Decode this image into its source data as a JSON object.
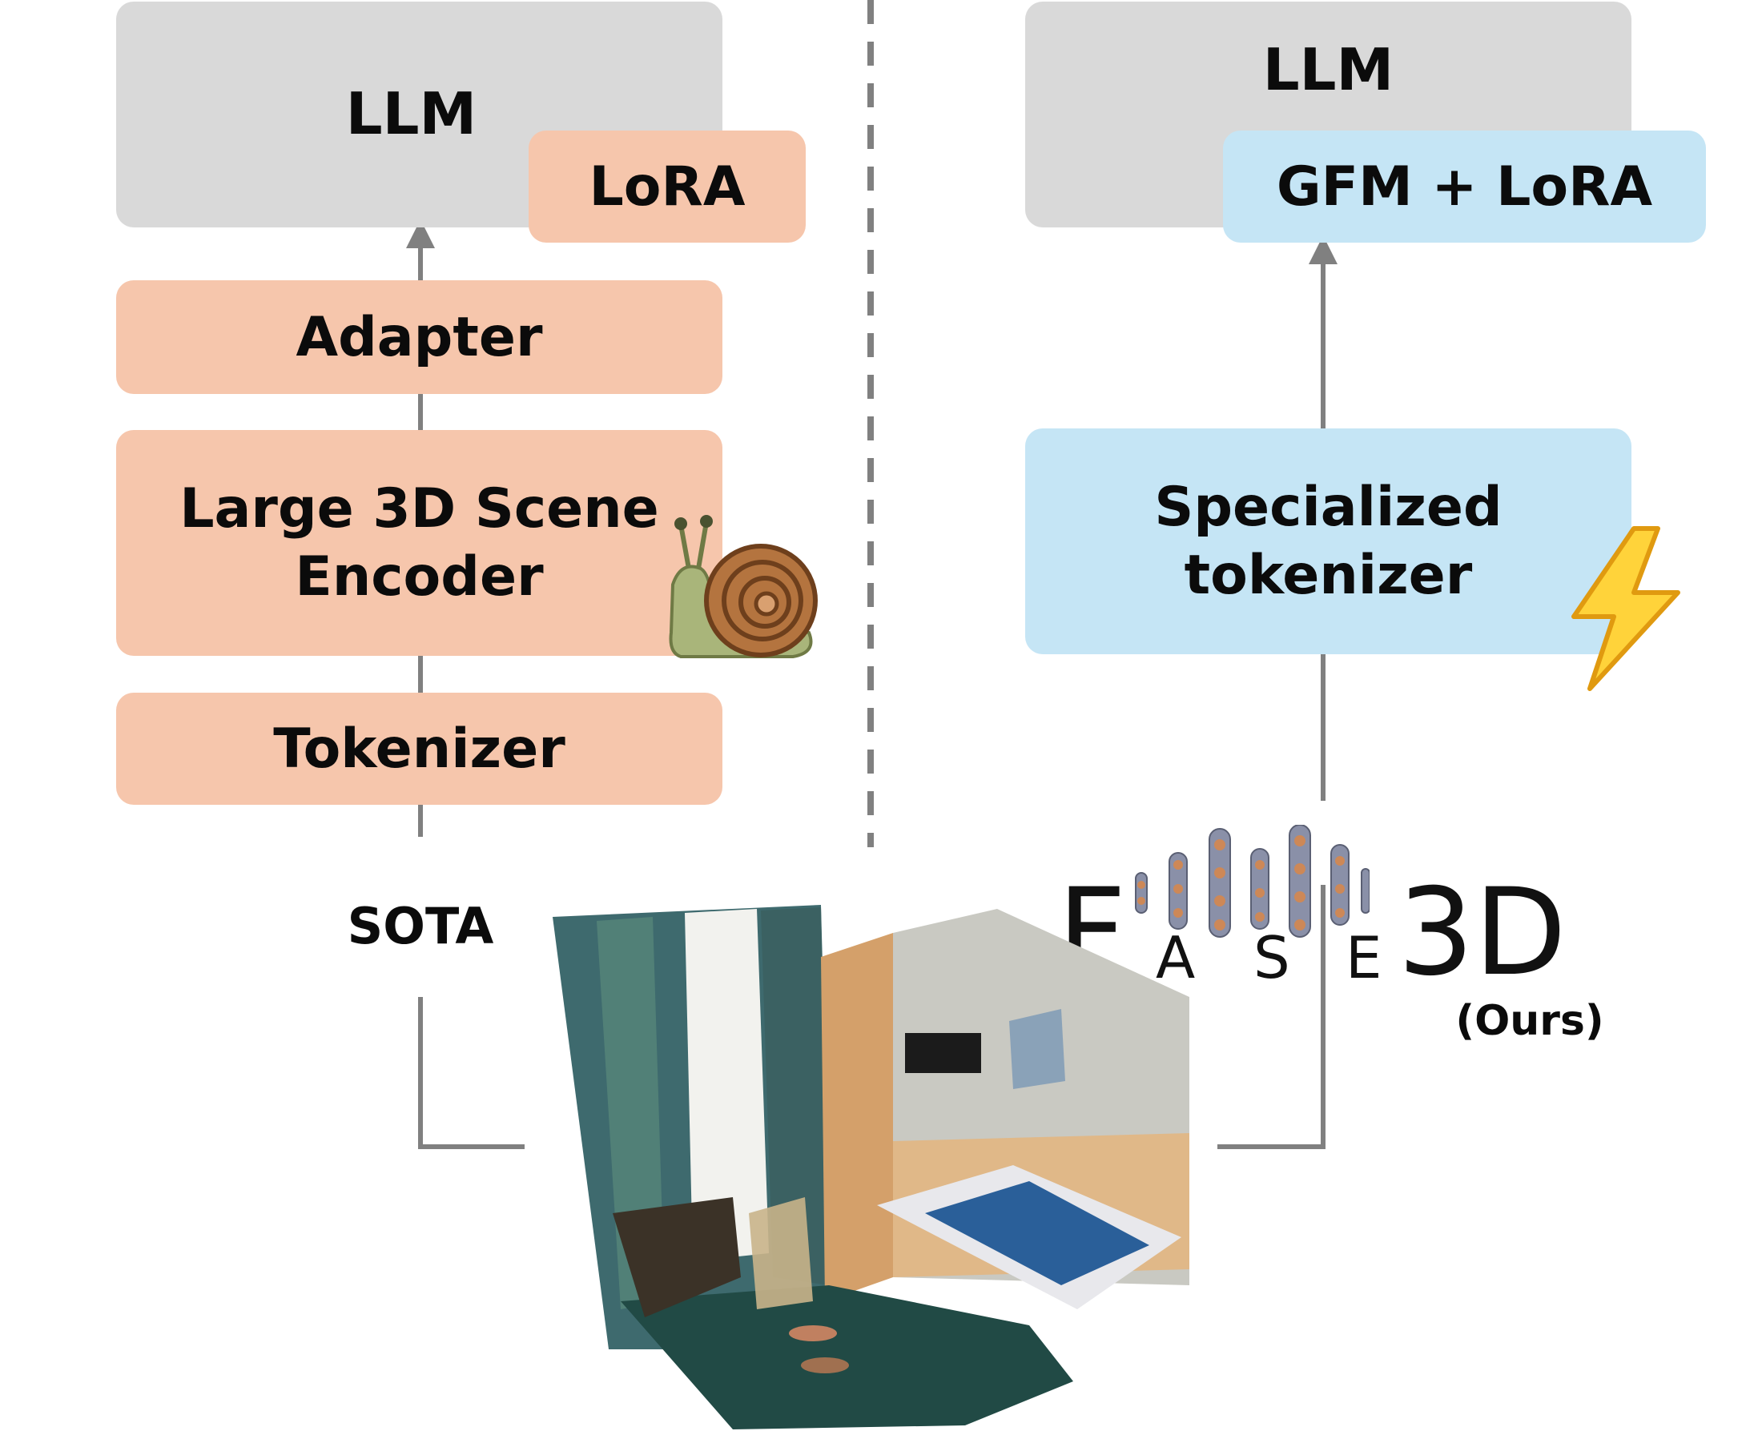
{
  "left": {
    "llm": "LLM",
    "lora": "LoRA",
    "adapter": "Adapter",
    "encoder_line1": "Large 3D Scene",
    "encoder_line2": "Encoder",
    "tokenizer": "Tokenizer",
    "caption": "SOTA",
    "icon": "snail-icon"
  },
  "right": {
    "llm": "LLM",
    "gfm_lora": "GFM + LoRA",
    "tokenizer_line1": "Specialized",
    "tokenizer_line2": "tokenizer",
    "logo_text": "FASE3D",
    "ours": "(Ours)",
    "icon": "lightning-icon"
  },
  "colors": {
    "llm_box": "#d9d9d9",
    "sota_modules": "#f6c6ac",
    "ours_modules": "#c5e5f5",
    "connector": "#808080"
  }
}
